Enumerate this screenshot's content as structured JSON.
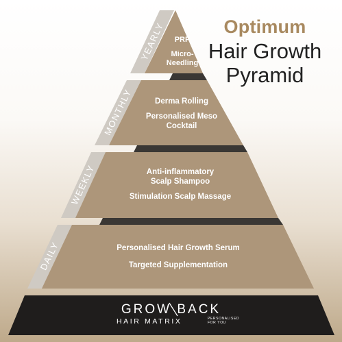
{
  "title": {
    "accent": "Optimum",
    "line2": "Hair Growth",
    "line3": "Pyramid"
  },
  "tiers": [
    {
      "frequency": "YEARLY",
      "items": [
        "PRP",
        "Micro-\nNeedling"
      ]
    },
    {
      "frequency": "MONTHLY",
      "items": [
        "Derma Rolling",
        "Personalised Meso\nCocktail"
      ]
    },
    {
      "frequency": "WEEKLY",
      "items": [
        "Anti-inflammatory\nScalp Shampoo",
        "Stimulation Scalp Massage"
      ]
    },
    {
      "frequency": "DAILY",
      "items": [
        "Personalised Hair Growth Serum",
        "Targeted Supplementation"
      ]
    }
  ],
  "brand": {
    "name": "GROW BACK",
    "sub": "HAIR MATRIX",
    "tagline": "PERSONALISED\nFOR YOU"
  },
  "colors": {
    "tier_fill": "#ad967a",
    "side_band": "#cfcac3",
    "separator": "#3a3734",
    "base": "#1f1d1c",
    "title_accent": "#a8895f"
  }
}
